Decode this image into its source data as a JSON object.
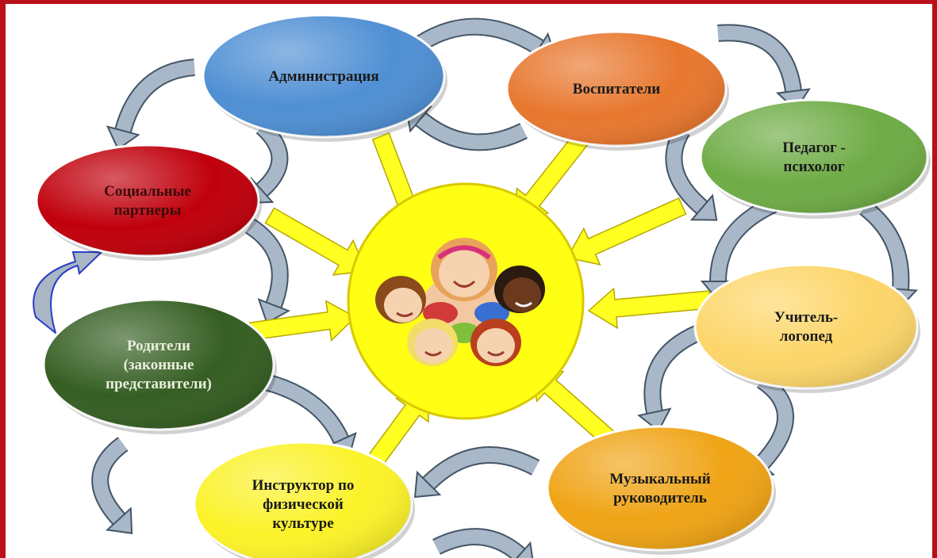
{
  "center": {
    "icon": "children-circle-icon"
  },
  "nodes": [
    {
      "id": "administration",
      "label": [
        "Администрация"
      ],
      "color": "#4f8fd4",
      "text_color": "#1a1a1a"
    },
    {
      "id": "educators",
      "label": [
        "Воспитатели"
      ],
      "color": "#e8772e",
      "text_color": "#1a1a1a"
    },
    {
      "id": "psychologist",
      "label": [
        "Педагог -",
        "психолог"
      ],
      "color": "#6fac46",
      "text_color": "#1a1a1a"
    },
    {
      "id": "speech-therapist",
      "label": [
        "Учитель-",
        "логопед"
      ],
      "color": "#fdd66a",
      "text_color": "#1a1a1a"
    },
    {
      "id": "music-director",
      "label": [
        "Музыкальный",
        "руководитель"
      ],
      "color": "#f0a416",
      "text_color": "#1a1a1a"
    },
    {
      "id": "pe-instructor",
      "label": [
        "Инструктор по",
        "физической",
        "культуре"
      ],
      "color": "#fbf229",
      "text_color": "#1a1a1a"
    },
    {
      "id": "parents",
      "label": [
        "Родители",
        "(законные",
        "представители)"
      ],
      "color": "#355e22",
      "text_color": "#e8eedc"
    },
    {
      "id": "social-partners",
      "label": [
        "Социальные",
        "партнеры"
      ],
      "color": "#c0000c",
      "text_color": "#3b0a0a"
    }
  ],
  "colors": {
    "border": "#b8111a",
    "arrow_fill": "#ffff22",
    "arrow_stroke": "#b7a800",
    "curved_arrow_fill": "#a8b8c8",
    "curved_arrow_stroke": "#445566"
  }
}
